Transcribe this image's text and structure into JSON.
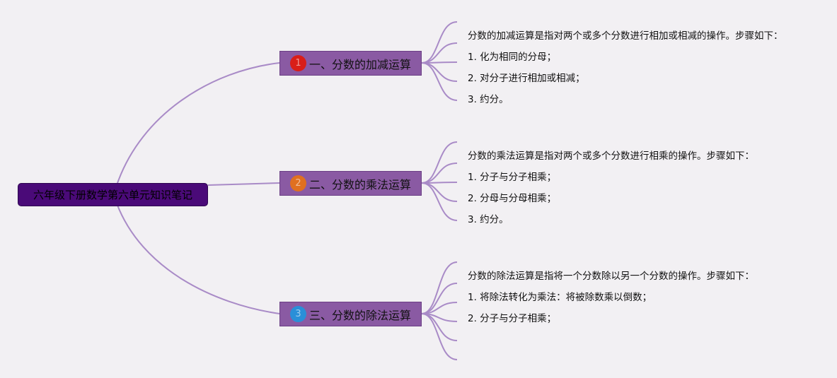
{
  "root": {
    "label": "六年级下册数学第六单元知识笔记"
  },
  "colors": {
    "edge": "#a98bc7",
    "root_bg": "#4a0a78",
    "branch_bg": "#8a5aa3"
  },
  "branches": [
    {
      "badge": "1",
      "badge_color": "#d91e18",
      "label": "一、分数的加减运算",
      "leaves": [
        "分数的加减运算是指对两个或多个分数进行相加或相减的操作。步骤如下：",
        "1. 化为相同的分母；",
        "2. 对分子进行相加或相减；",
        "3. 约分。"
      ],
      "empty_leaves": 0
    },
    {
      "badge": "2",
      "badge_color": "#e07020",
      "label": "二、分数的乘法运算",
      "leaves": [
        "分数的乘法运算是指对两个或多个分数进行相乘的操作。步骤如下：",
        "1. 分子与分子相乘；",
        "2. 分母与分母相乘；",
        "3. 约分。"
      ],
      "empty_leaves": 0
    },
    {
      "badge": "3",
      "badge_color": "#2a8fd8",
      "label": "三、分数的除法运算",
      "leaves": [
        "分数的除法运算是指将一个分数除以另一个分数的操作。步骤如下：",
        "1. 将除法转化为乘法：将被除数乘以倒数；",
        "2. 分子与分子相乘；"
      ],
      "empty_leaves": 2
    }
  ]
}
